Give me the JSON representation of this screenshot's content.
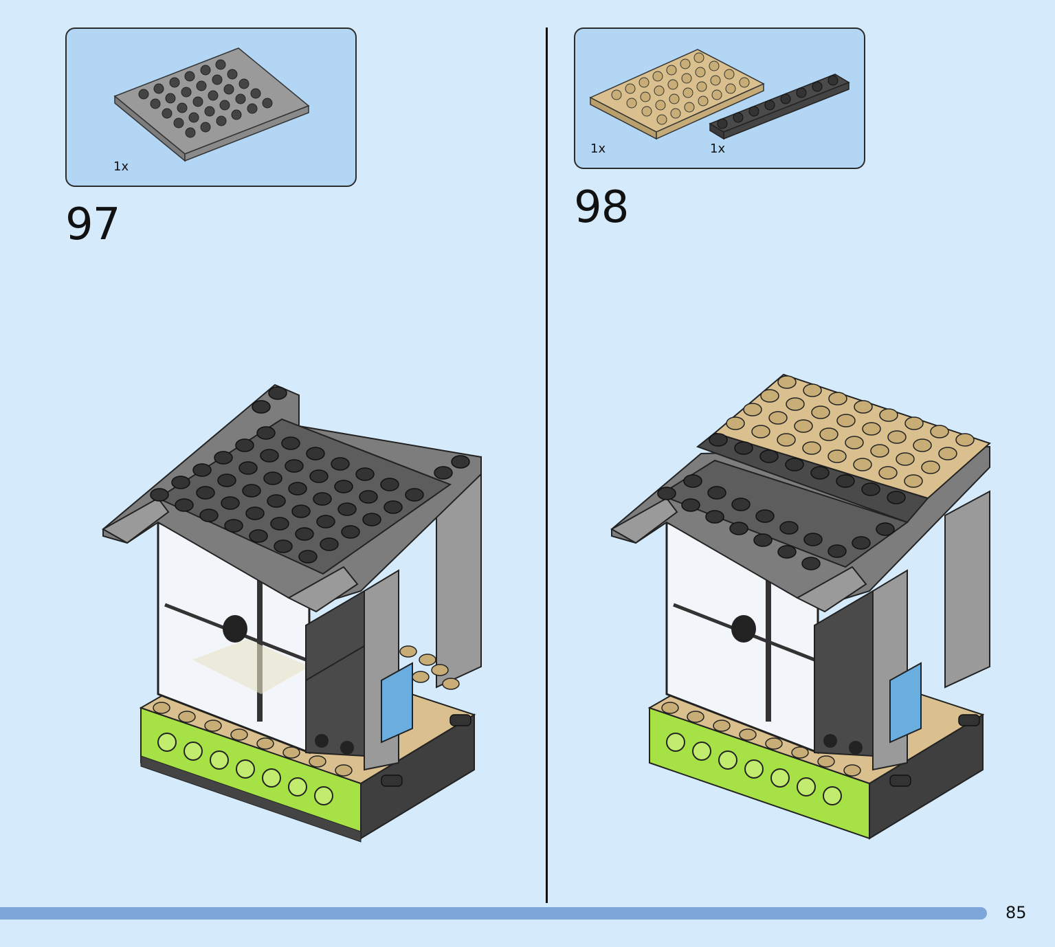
{
  "steps": [
    {
      "number": "97",
      "parts": [
        {
          "qty": "1x",
          "part": "plate-6x8",
          "color": "#9a9a9a"
        }
      ]
    },
    {
      "number": "98",
      "parts": [
        {
          "qty": "1x",
          "part": "plate-4x8",
          "color": "#d9c08e"
        },
        {
          "qty": "1x",
          "part": "plate-1x8",
          "color": "#4a4a4a"
        }
      ]
    }
  ],
  "page": {
    "number": "85"
  },
  "colors": {
    "background": "#d5ebfb",
    "parts_box": "#b3d6f5",
    "page_bar": "#7fa6d8",
    "dark_gray": "#4a4a4a",
    "light_gray": "#9a9a9a",
    "tan": "#d9c08e",
    "lime": "#a6e246"
  }
}
